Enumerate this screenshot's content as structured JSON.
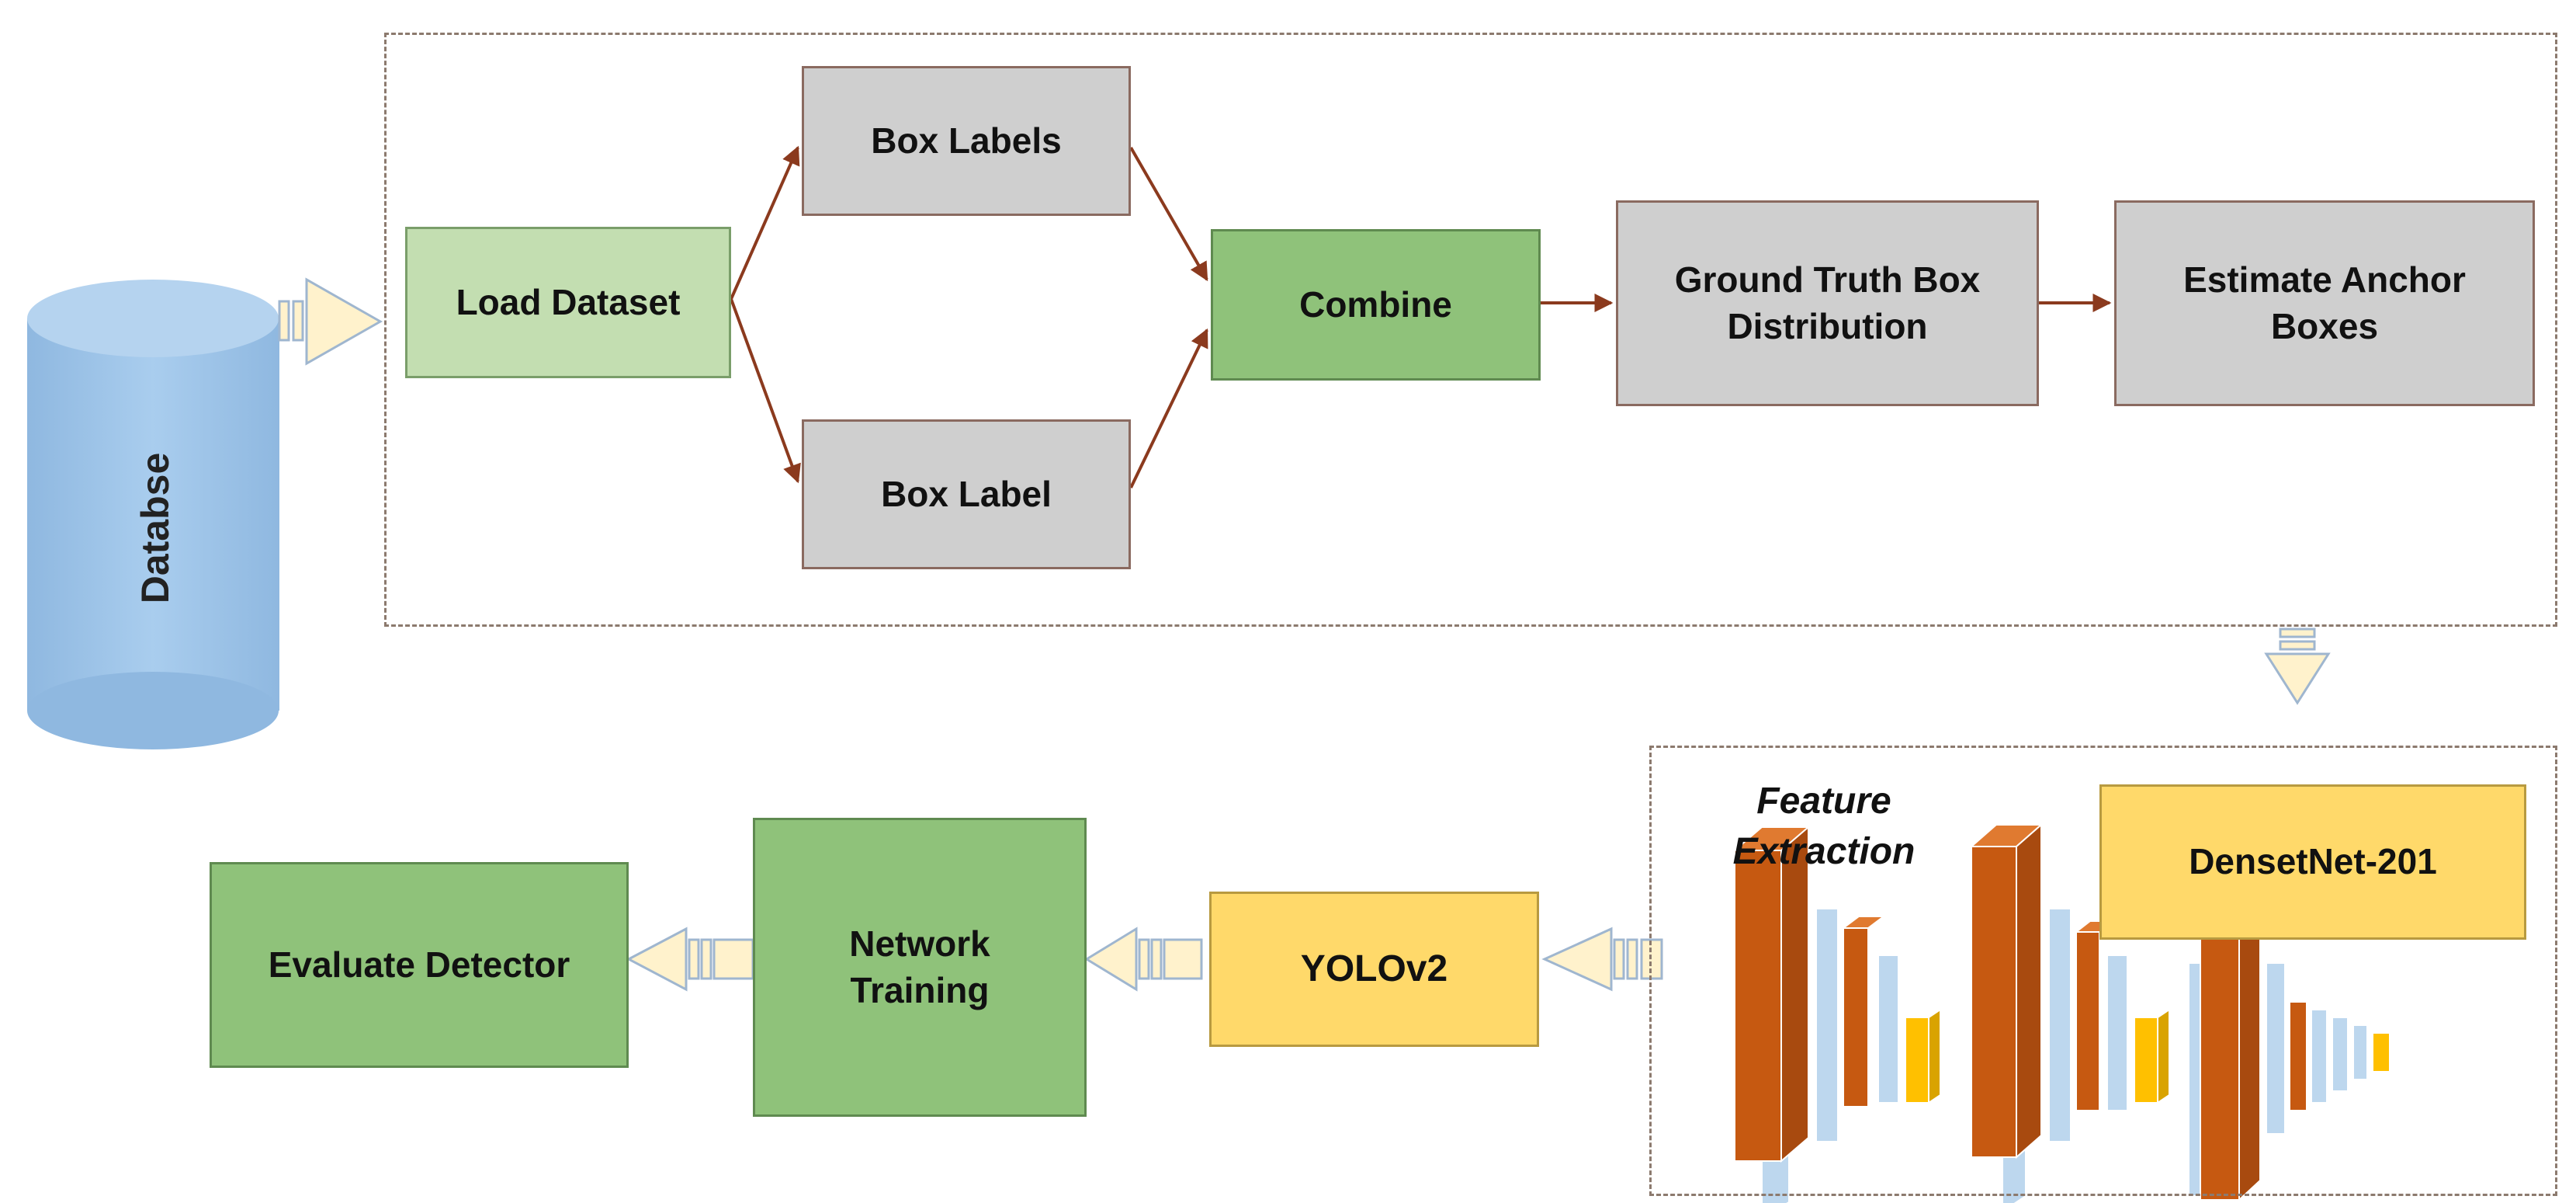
{
  "nodes": {
    "database": "Databse",
    "load_dataset": "Load Dataset",
    "box_labels": "Box Labels",
    "box_label": "Box Label",
    "combine": "Combine",
    "ground_truth": "Ground Truth Box\nDistribution",
    "estimate_anchor": "Estimate Anchor\nBoxes",
    "densenet": "DensetNet-201",
    "feature_extraction": "Feature\nExtraction",
    "yolo": "YOLOv2",
    "network_training": "Network\nTraining",
    "evaluate_detector": "Evaluate Detector"
  },
  "colors": {
    "gray": "#cfcfcf",
    "light_green": "#c3deb1",
    "green": "#8fc27a",
    "yellow": "#ffd96a",
    "database_blue": "#9dc3e6",
    "arrow_brown": "#8b3a1e",
    "block_arrow_fill": "#fff2cc",
    "cnn_orange": "#c65911",
    "cnn_blue": "#bdd7ee",
    "cnn_yellow": "#ffc000"
  }
}
